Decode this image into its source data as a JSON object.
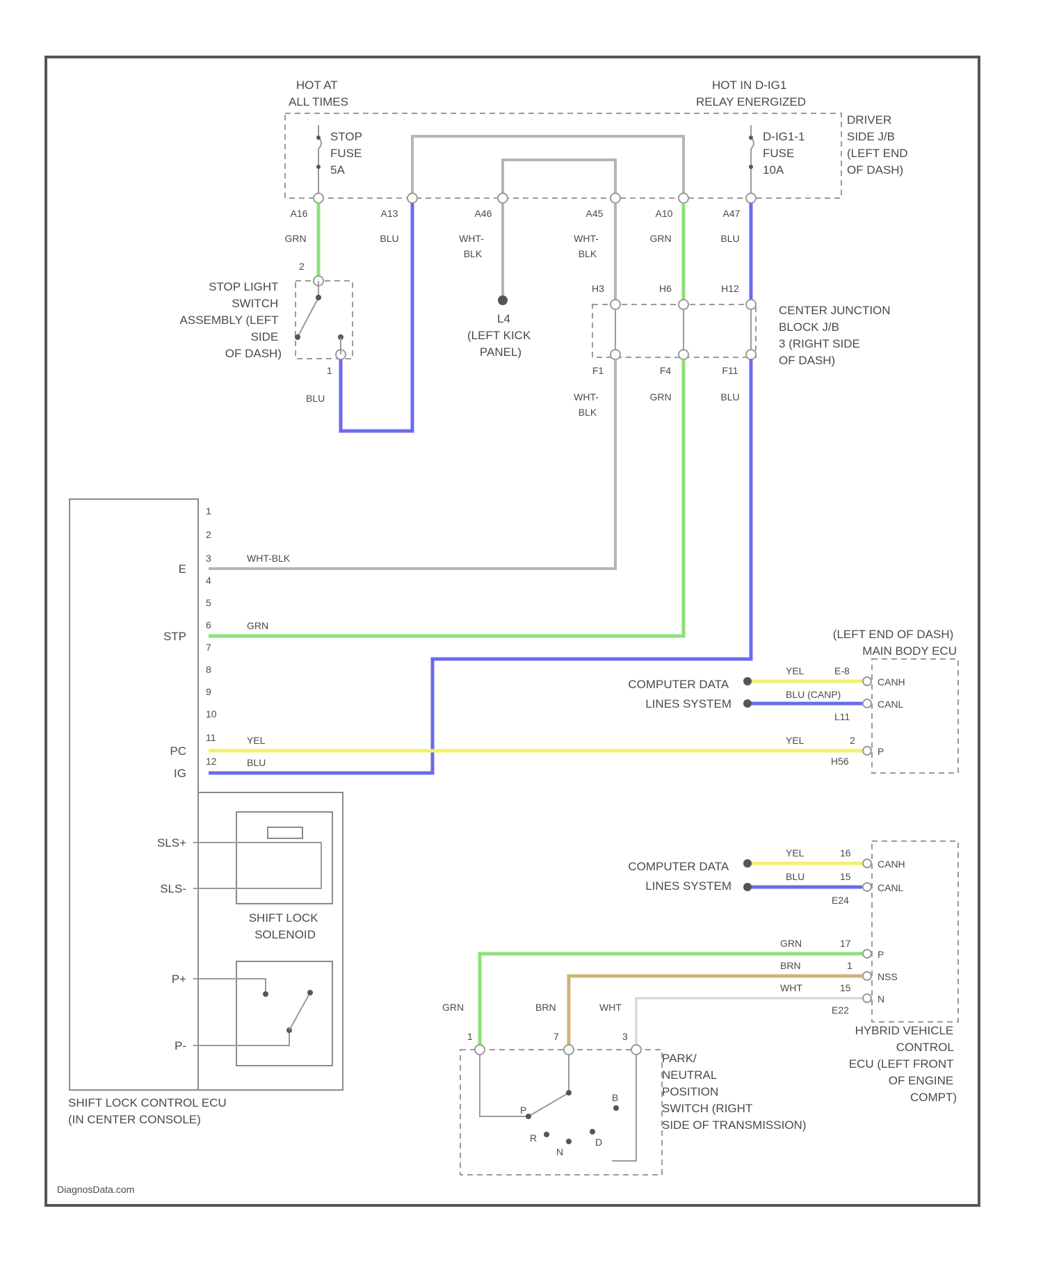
{
  "top": {
    "hot_at_all_times": [
      "HOT AT",
      "ALL TIMES"
    ],
    "hot_relay": [
      "HOT IN D-IG1",
      "RELAY ENERGIZED"
    ],
    "stop_fuse": [
      "STOP",
      "FUSE",
      "5A"
    ],
    "digi_fuse": [
      "D-IG1-1",
      "FUSE",
      "10A"
    ],
    "driver_jb": [
      "DRIVER",
      "SIDE J/B",
      "(LEFT END",
      "OF DASH)"
    ],
    "pins": [
      "A16",
      "A13",
      "A46",
      "A45",
      "A10",
      "A47"
    ],
    "wires": [
      "GRN",
      "BLU",
      "WHT-\nBLK",
      "WHT-\nBLK",
      "GRN",
      "BLU"
    ]
  },
  "stop_switch": {
    "label": [
      "STOP LIGHT",
      "SWITCH",
      "ASSEMBLY (LEFT",
      "SIDE",
      "OF DASH)"
    ],
    "pin_top": "2",
    "pin_bot": "1",
    "wire_out": "BLU"
  },
  "ground": {
    "id": "L4",
    "label": [
      "(LEFT KICK",
      "PANEL)"
    ]
  },
  "center_jb": {
    "label": [
      "CENTER JUNCTION",
      "BLOCK J/B",
      "3 (RIGHT SIDE",
      "OF DASH)"
    ],
    "pins_top": [
      "H3",
      "H6",
      "H12"
    ],
    "pins_bot": [
      "F1",
      "F4",
      "F11"
    ],
    "wires": [
      "WHT-\nBLK",
      "GRN",
      "BLU"
    ]
  },
  "shift_ecu": {
    "label": [
      "SHIFT LOCK CONTROL ECU",
      "(IN CENTER CONSOLE)"
    ],
    "pins": [
      "1",
      "2",
      "3",
      "4",
      "5",
      "6",
      "7",
      "8",
      "9",
      "10",
      "11",
      "12"
    ],
    "e_label": "E",
    "e_wire": "WHT-BLK",
    "stp_label": "STP",
    "stp_wire": "GRN",
    "pc_label": "PC",
    "pc_wire": "YEL",
    "ig_label": "IG",
    "ig_wire": "BLU",
    "sol_plus": "SLS+",
    "sol_minus": "SLS-",
    "solenoid_label": [
      "SHIFT LOCK",
      "SOLENOID"
    ],
    "p_plus": "P+",
    "p_minus": "P-"
  },
  "main_body": {
    "label": [
      "(LEFT END OF DASH)",
      "MAIN BODY ECU"
    ],
    "comp_data": [
      "COMPUTER DATA",
      "LINES SYSTEM"
    ],
    "wire_yel": "YEL",
    "wire_blu": "BLU (CANP)",
    "pin_yel": "E-8",
    "pin_blu": "L11",
    "pin_canl": "CANL",
    "wire_p": "YEL",
    "pin_p_num": "2",
    "pin_p_conn": "H56",
    "pin_p": "P"
  },
  "hybrid": {
    "label": [
      "HYBRID VEHICLE",
      "CONTROL",
      "ECU (LEFT FRONT",
      "OF ENGINE",
      "COMPT)"
    ],
    "comp_data": [
      "COMPUTER DATA",
      "LINES SYSTEM"
    ],
    "wire_yel": "YEL",
    "wire_blu": "BLU",
    "pin_yel": "16",
    "pin_blu": "15",
    "conn_a": "E24",
    "pin_canh": "CANH",
    "pin_canl": "CANL",
    "wires_lower": [
      "GRN",
      "BRN",
      "WHT"
    ],
    "pins_lower": [
      "17",
      "1",
      "15"
    ],
    "conn_b": "E22",
    "pin_labels_lower": [
      "P",
      "NSS",
      "N"
    ]
  },
  "pnp": {
    "label": [
      "PARK/",
      "NEUTRAL",
      "POSITION",
      "SWITCH (RIGHT",
      "SIDE OF TRANSMISSION)"
    ],
    "wires": [
      "GRN",
      "BRN",
      "WHT"
    ],
    "pins": [
      "1",
      "7",
      "3"
    ],
    "positions": [
      "P",
      "R",
      "N",
      "D",
      "B"
    ]
  },
  "watermark": "DiagnosData.com"
}
